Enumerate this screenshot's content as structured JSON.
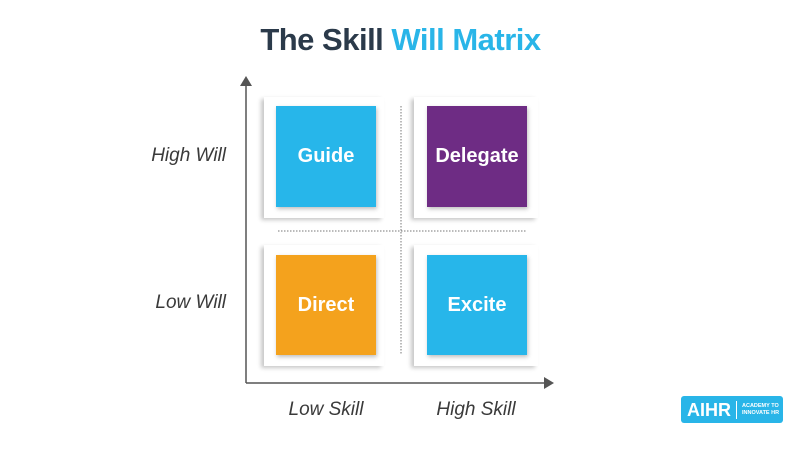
{
  "title": {
    "part1": "The Skill",
    "part2": "Will Matrix"
  },
  "colors": {
    "title_dark": "#2b3a4a",
    "accent": "#29b5e8",
    "guide": "#27b6ea",
    "delegate": "#6e2c84",
    "direct": "#f4a21d",
    "excite": "#27b6ea"
  },
  "quadrants": [
    {
      "label": "Guide"
    },
    {
      "label": "Delegate"
    },
    {
      "label": "Direct"
    },
    {
      "label": "Excite"
    }
  ],
  "y_labels": {
    "high": "High Will",
    "low": "Low Will"
  },
  "x_labels": {
    "low": "Low Skill",
    "high": "High Skill"
  },
  "logo": {
    "name": "AIHR",
    "tagline_1": "ACADEMY TO",
    "tagline_2": "INNOVATE HR"
  }
}
